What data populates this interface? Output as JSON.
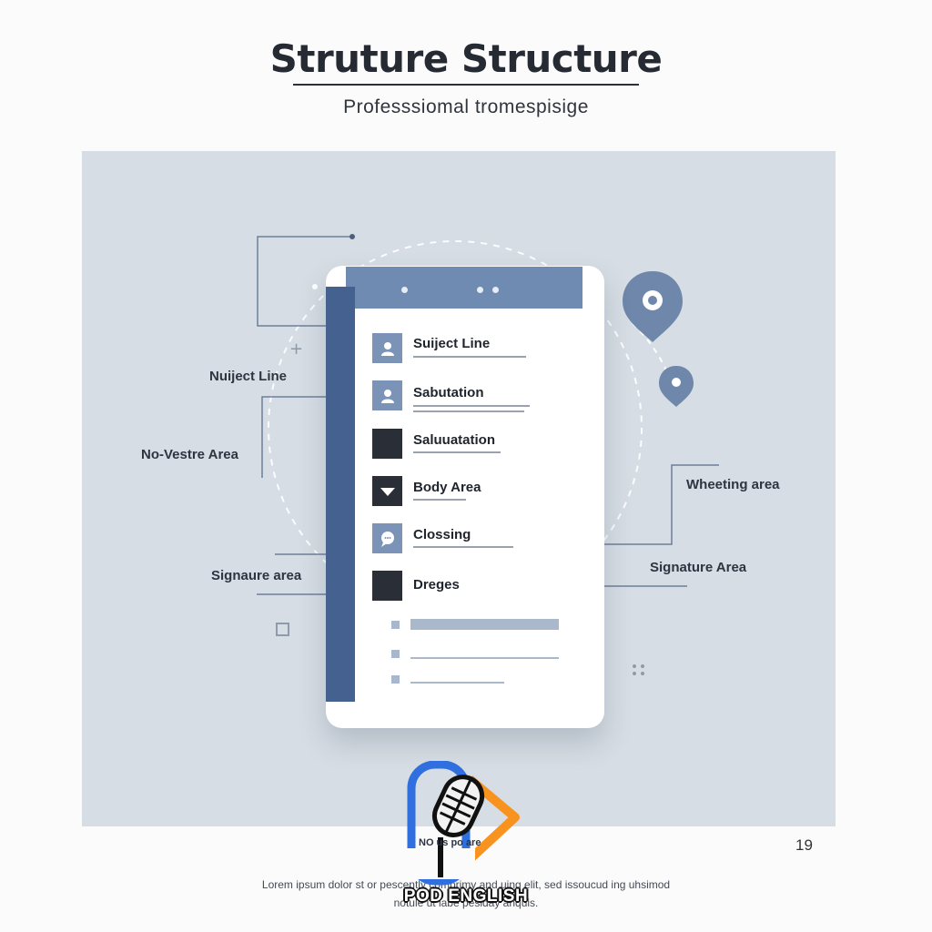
{
  "header": {
    "title": "Struture Structure",
    "subtitle": "Professsiomal tromespisige"
  },
  "callouts": {
    "left": [
      "Nuiject Line",
      "No-Vestre Area",
      "Signaure area"
    ],
    "right": [
      "Wheeting area",
      "Signature Area"
    ]
  },
  "document": {
    "items": [
      {
        "label": "Suiject Line",
        "icon": "user-icon"
      },
      {
        "label": "Sabutation",
        "icon": "user-icon"
      },
      {
        "label": "Saluuatation",
        "icon": "square-icon"
      },
      {
        "label": "Body Area",
        "icon": "triangle-down-icon"
      },
      {
        "label": "Clossing",
        "icon": "chat-bubble-icon"
      },
      {
        "label": "Dreges",
        "icon": "square-icon"
      }
    ]
  },
  "footer": {
    "page_number": "19",
    "text": "Lorem ipsum dolor st or pescently comprimy and uing elit, sed issoucud ing uhsimod",
    "subtext": "notule ut labe pesiday anquis.",
    "logo_mini": "NO us po are",
    "logo_text": "POD ENGLISH"
  },
  "colors": {
    "panel": "#d6dde4",
    "accent": "#6f8bb1",
    "spine": "#44618f",
    "dark": "#2a2f37",
    "logo_blue": "#2f6fe0",
    "logo_orange": "#f7931e"
  }
}
